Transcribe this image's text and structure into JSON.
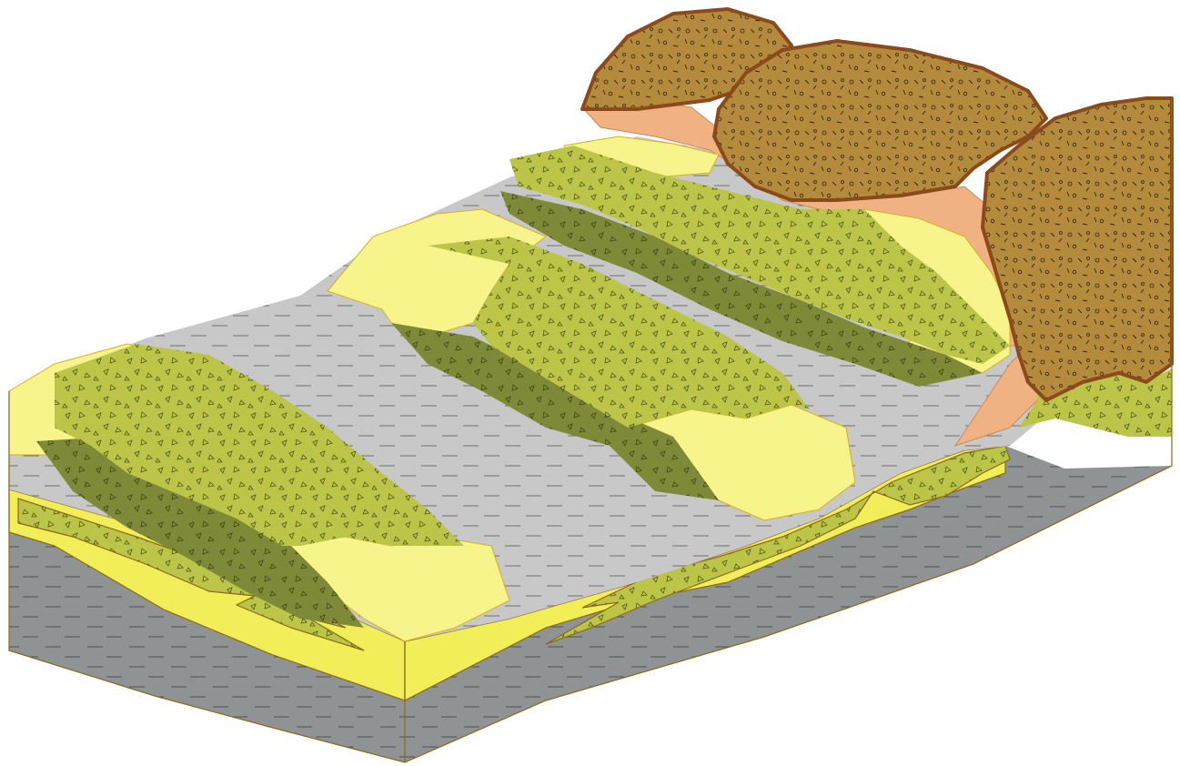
{
  "figure": {
    "kind": "block-diagram",
    "labels": []
  },
  "colors": {
    "mud_surface": "#c8c8c8",
    "mud_section": "#8f9394",
    "sand_bar": "#bcc548",
    "sand_bar_shadow": "#7e8a38",
    "beach_yellow": "#f2ee5a",
    "beach_pale": "#f6f48a",
    "rock": "#b48a3c",
    "rock_outline": "#8a4a1a",
    "alluvial_pink": "#f0b282"
  },
  "units": [
    {
      "name": "mud",
      "pattern": "dashes"
    },
    {
      "name": "sand-bar",
      "pattern": "triangles"
    },
    {
      "name": "beach-sand",
      "pattern": "plain"
    },
    {
      "name": "bedrock",
      "pattern": "circles-and-strokes"
    },
    {
      "name": "alluvial-fan",
      "pattern": "plain"
    }
  ]
}
